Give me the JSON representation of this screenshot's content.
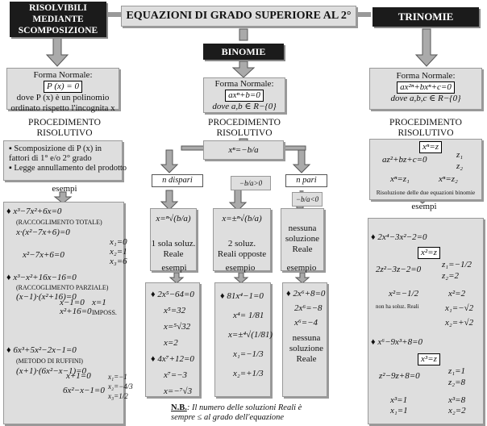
{
  "titles": {
    "main": "EQUAZIONI DI GRADO SUPERIORE AL 2°",
    "scomposizione": "RISOLVIBILI MEDIANTE SCOMPOSIZIONE",
    "binomie": "BINOMIE",
    "trinomie": "TRINOMIE"
  },
  "col1": {
    "forma_label": "Forma Normale:",
    "forma_eq": "P (x) = 0",
    "forma_desc1": "dove P (x) è un polinomio",
    "forma_desc2": "ordinato rispetto l'incognita x",
    "procedimento": "PROCEDIMENTO RISOLUTIVO",
    "steps": [
      "Scomposizione di P (x) in fattori di 1° e/o 2° grado",
      "Legge annullamento del prodotto"
    ],
    "esempi": "esempi",
    "ex1": {
      "eq": "x³−7x²+6x=0",
      "method": "(RACCOGLIMENTO TOTALE)",
      "fact": "x·(x²−7x+6)=0",
      "sub": "x²−7x+6=0",
      "sols": [
        "x₁=0",
        "x₂=1",
        "x₃=6"
      ]
    },
    "ex2": {
      "eq": "x³−x²+16x−16=0",
      "method": "(RACCOGLIMENTO PARZIALE)",
      "fact": "(x−1)·(x²+16)=0",
      "sub1": "x−1=0",
      "sol1": "x=1",
      "sub2": "x²+16=0",
      "sol2": "IMPOSS."
    },
    "ex3": {
      "eq": "6x³+5x²−2x−1=0",
      "method": "(METODO DI RUFFINI)",
      "fact": "(x+1)·(6x²−x−1)=0",
      "sub1": "x+1=0",
      "sol1": "x₁=−1",
      "sub2": "6x²−x−1=0",
      "sol2": "x₂=−4/3",
      "sol3": "x₃=1/2"
    }
  },
  "col2": {
    "forma_label": "Forma Normale:",
    "forma_eq": "axⁿ+b=0",
    "forma_desc": "dove a,b ∈ R−{0}",
    "procedimento": "PROCEDIMENTO RISOLUTIVO",
    "xn": "xⁿ=−b/a",
    "dispari": "n dispari",
    "pari": "n pari",
    "pos": "−b/a>0",
    "neg": "−b/a<0",
    "sol_dispari": "x=ⁿ√(b/a)",
    "sol_dispari_t1": "1 sola soluz.",
    "sol_dispari_t2": "Reale",
    "sol_pos": "x=±ⁿ√(b/a)",
    "sol_pos_t1": "2 soluz.",
    "sol_pos_t2": "Reali opposte",
    "sol_neg_t1": "nessuna",
    "sol_neg_t2": "soluzione",
    "sol_neg_t3": "Reale",
    "esempi": "esempi",
    "esempio1": "esempio",
    "esempio2": "esempio",
    "exA": [
      "2x⁵−64=0",
      "x⁵=32",
      "x=⁵√32",
      "x=2"
    ],
    "exB": [
      "4x⁷+12=0",
      "x⁷=−3",
      "x=−⁷√3"
    ],
    "exC": [
      "81x⁴−1=0",
      "x⁴= 1/81",
      "x=±⁴√(1/81)",
      "x₁=−1/3",
      "x₂=+1/3"
    ],
    "exD": [
      "2x⁶+8=0",
      "2x⁶=−8",
      "x⁶=−4",
      "nessuna",
      "soluzione",
      "Reale"
    ],
    "nb_label": "N.B.",
    "nb_text1": ": Il numero delle soluzioni Reali è",
    "nb_text2": "sempre ≤ al grado dell'equazione"
  },
  "col3": {
    "forma_label": "Forma Normale:",
    "forma_eq": "ax²ⁿ+bxⁿ+c=0",
    "forma_desc": "dove a,b,c ∈ R−{0}",
    "procedimento": "PROCEDIMENTO RISOLUTIVO",
    "sub": "xⁿ=z",
    "quad": "az²+bz+c=0",
    "z1": "z₁",
    "z2": "z₂",
    "b1": "xⁿ=z₁",
    "b2": "xⁿ=z₂",
    "risol": "Risoluzione delle due equazioni binomie",
    "esempi": "esempi",
    "ex1": {
      "eq": "2x⁴−3x²−2=0",
      "sub": "x²=z",
      "quad": "2z²−3z−2=0",
      "z1": "z₁=−1/2",
      "z2": "z₂=2",
      "l1": "x²=−1/2",
      "l1note": "non ha soluz. Reali",
      "r1": "x²=2",
      "r2": "x₁=−√2",
      "r3": "x₂=+√2"
    },
    "ex2": {
      "eq": "x⁶−9x³+8=0",
      "sub": "x³=z",
      "quad": "z²−9z+8=0",
      "z1": "z₁=1",
      "z2": "z₂=8",
      "l1": "x³=1",
      "l2": "x₁=1",
      "r1": "x³=8",
      "r2": "x₂=2"
    }
  }
}
